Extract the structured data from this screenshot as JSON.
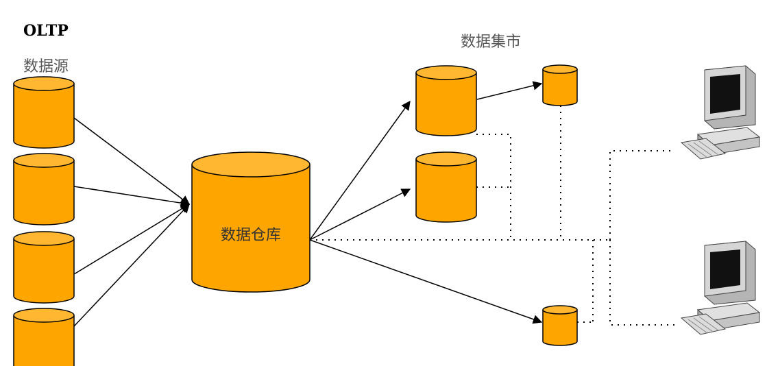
{
  "labels": {
    "oltp": "OLTP",
    "source": "数据源",
    "warehouse": "数据仓库",
    "mart": "数据集市"
  },
  "colors": {
    "cylinder_fill": "#FFA500",
    "cylinder_top": "#FFB732",
    "stroke": "#000000",
    "monitor_body": "#CFCFCF",
    "monitor_screen": "#111111"
  },
  "icons": [
    "database-cylinder",
    "computer-workstation-icon"
  ]
}
